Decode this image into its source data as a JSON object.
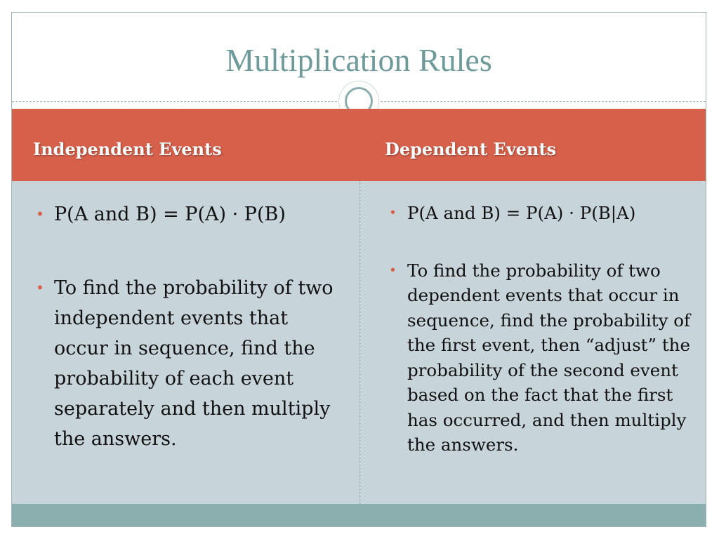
{
  "slide": {
    "title": "Multiplication Rules",
    "columns": [
      {
        "heading": "Independent Events",
        "bullets": [
          "P(A and B) = P(A) · P(B)",
          "To find the probability of two independent events that occur in sequence, find the probability of each event separately and then multiply the answers."
        ]
      },
      {
        "heading": "Dependent Events",
        "bullets": [
          "P(A and B) = P(A) · P(B|A)",
          "To find the probability of two dependent events that occur in sequence, find the probability of the first event, then “adjust” the probability of the second event based on the fact that the first has occurred, and then multiply the answers."
        ]
      }
    ],
    "bullet_icon": "•",
    "colors": {
      "title": "#6e9a9a",
      "header_band": "#d6604a",
      "content_band": "#c7d4da",
      "footer_band": "#8baeae",
      "bullet": "#d6604a"
    }
  }
}
